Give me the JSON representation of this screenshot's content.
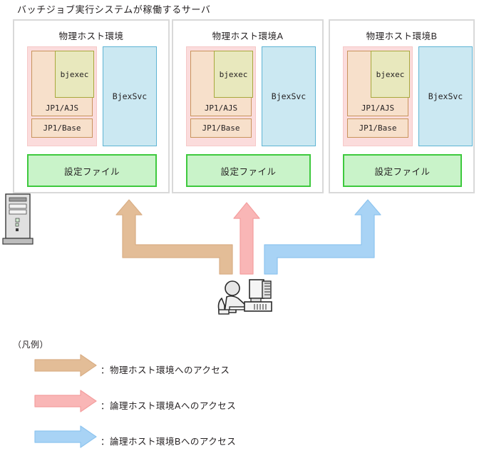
{
  "title": "バッチジョブ実行システムが稼働するサーバ",
  "colors": {
    "panel_border": "#d9d9d9",
    "logical_host_fill": "#fbdcdc",
    "logical_host_border": "#f6c9c9",
    "ajs_fill": "#f7e0cb",
    "ajs_border": "#c8945c",
    "bjexec_fill": "#e8e8bd",
    "bjexec_border": "#a8a83d",
    "bjexsvc_fill": "#cbe8f2",
    "bjexsvc_border": "#5fb4d4",
    "config_fill": "#c9f3c9",
    "config_border": "#3ec93e",
    "arrow_tan": "#e3bd97",
    "arrow_tan_border": "#d9ae85",
    "arrow_pink": "#f9b6b6",
    "arrow_pink_border": "#f49e9e",
    "arrow_blue": "#a8d3f5",
    "arrow_blue_border": "#8dc4ef"
  },
  "panels": [
    {
      "title": "物理ホスト環境",
      "ajs_label": "JP1/AJS",
      "bjexec_label": "bjexec",
      "base_label": "JP1/Base",
      "bjexsvc_label": "BjexSvc",
      "config_label": "設定ファイル"
    },
    {
      "title": "物理ホスト環境A",
      "ajs_label": "JP1/AJS",
      "bjexec_label": "bjexec",
      "base_label": "JP1/Base",
      "bjexsvc_label": "BjexSvc",
      "config_label": "設定ファイル"
    },
    {
      "title": "物理ホスト環境B",
      "ajs_label": "JP1/AJS",
      "bjexec_label": "bjexec",
      "base_label": "JP1/Base",
      "bjexsvc_label": "BjexSvc",
      "config_label": "設定ファイル"
    }
  ],
  "icons": {
    "server_tower": "server-tower-icon",
    "user_at_computer": "person-at-computer-icon"
  },
  "arrows": [
    {
      "name": "access-arrow-physical",
      "color": "tan",
      "shape": "elbow-left-up",
      "target_panel": "物理ホスト環境"
    },
    {
      "name": "access-arrow-logical-a",
      "color": "pink",
      "shape": "straight-up",
      "target_panel": "物理ホスト環境A"
    },
    {
      "name": "access-arrow-logical-b",
      "color": "blue",
      "shape": "elbow-right-up",
      "target_panel": "物理ホスト環境B"
    }
  ],
  "legend": {
    "title": "（凡例）",
    "rows": [
      {
        "color": "tan",
        "label": "：物理ホスト環境へのアクセス"
      },
      {
        "color": "pink",
        "label": "：論理ホスト環境Aへのアクセス"
      },
      {
        "color": "blue",
        "label": "：論理ホスト環境Bへのアクセス"
      }
    ]
  }
}
